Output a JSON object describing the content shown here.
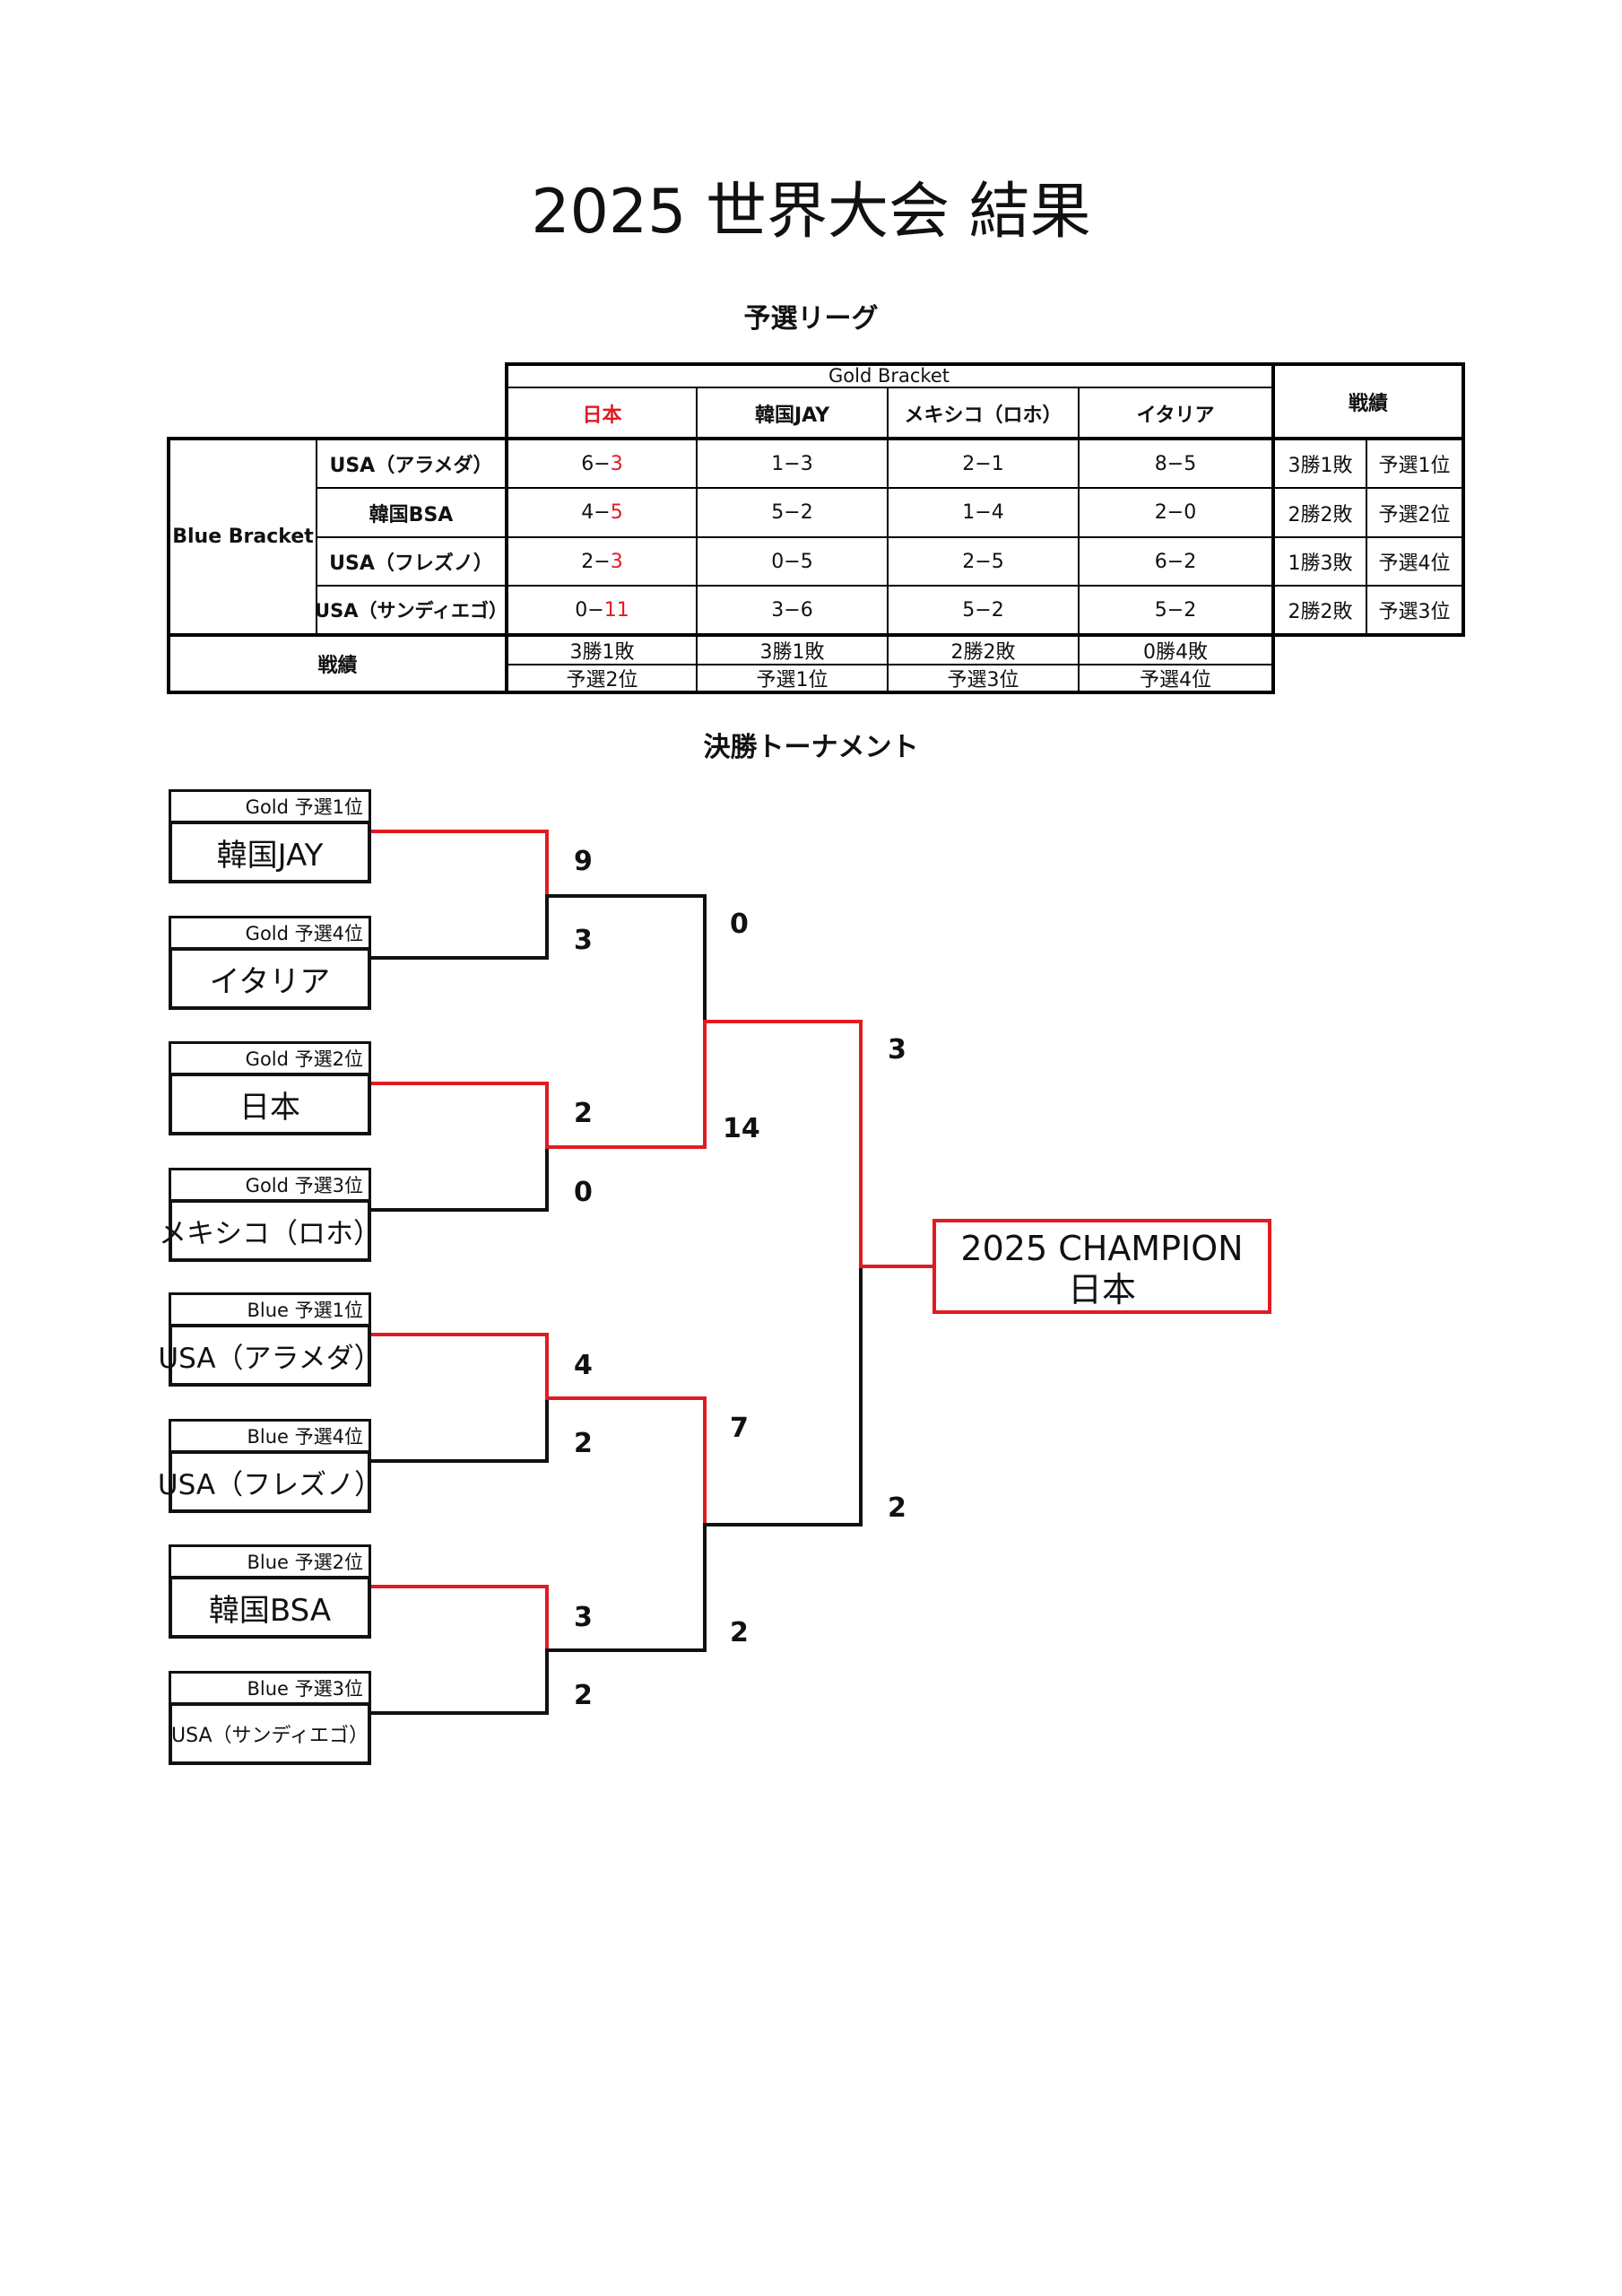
{
  "title": "2025 世界大会 結果",
  "league": {
    "heading": "予選リーグ",
    "gold_label": "Gold Bracket",
    "blue_label": "Blue Bracket",
    "record_header": "戦績",
    "gold_teams": [
      "日本",
      "韓国JAY",
      "メキシコ（ロホ）",
      "イタリア"
    ],
    "rows": [
      {
        "team": "USA（アラメダ）",
        "scores": [
          [
            "6−",
            "3"
          ],
          [
            "1−3",
            ""
          ],
          [
            "2−1",
            ""
          ],
          [
            "8−5",
            ""
          ]
        ],
        "record": "3勝1敗",
        "rank": "予選1位"
      },
      {
        "team": "韓国BSA",
        "scores": [
          [
            "4−",
            "5"
          ],
          [
            "5−2",
            ""
          ],
          [
            "1−4",
            ""
          ],
          [
            "2−0",
            ""
          ]
        ],
        "record": "2勝2敗",
        "rank": "予選2位"
      },
      {
        "team": "USA（フレズノ）",
        "scores": [
          [
            "2−",
            "3"
          ],
          [
            "0−5",
            ""
          ],
          [
            "2−5",
            ""
          ],
          [
            "6−2",
            ""
          ]
        ],
        "record": "1勝3敗",
        "rank": "予選4位"
      },
      {
        "team": "USA（サンディエゴ）",
        "scores": [
          [
            "0−",
            "11"
          ],
          [
            "3−6",
            ""
          ],
          [
            "5−2",
            ""
          ],
          [
            "5−2",
            ""
          ]
        ],
        "record": "2勝2敗",
        "rank": "予選3位"
      }
    ],
    "gold_records": [
      "3勝1敗",
      "3勝1敗",
      "2勝2敗",
      "0勝4敗"
    ],
    "gold_ranks": [
      "予選2位",
      "予選1位",
      "予選3位",
      "予選4位"
    ]
  },
  "tournament": {
    "heading": "決勝トーナメント",
    "entries": [
      {
        "seed": "Gold  予選1位",
        "team": "韓国JAY"
      },
      {
        "seed": "Gold  予選4位",
        "team": "イタリア"
      },
      {
        "seed": "Gold  予選2位",
        "team": "日本"
      },
      {
        "seed": "Gold  予選3位",
        "team": "メキシコ（ロホ）"
      },
      {
        "seed": "Blue  予選1位",
        "team": "USA（アラメダ）"
      },
      {
        "seed": "Blue  予選4位",
        "team": "USA（フレズノ）"
      },
      {
        "seed": "Blue  予選2位",
        "team": "韓国BSA"
      },
      {
        "seed": "Blue  予選3位",
        "team": "USA（サンディエゴ）"
      }
    ],
    "round1_scores": [
      "9",
      "3",
      "2",
      "0",
      "4",
      "2",
      "3",
      "2"
    ],
    "semifinal_scores": [
      "0",
      "14",
      "7",
      "2"
    ],
    "final_scores": [
      "3",
      "2"
    ],
    "champion_label": "2025 CHAMPION",
    "champion_team": "日本"
  },
  "colors": {
    "winner_line": "#e11b22",
    "loser_line": "#111111"
  }
}
